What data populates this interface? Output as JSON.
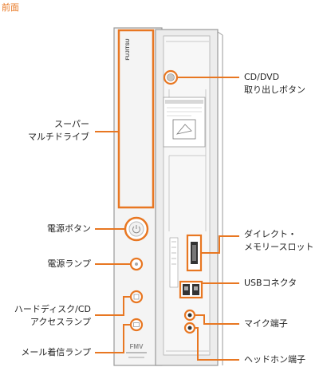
{
  "title": "前面",
  "brand_logo": "FUJITSU",
  "fmv_logo": "FMV",
  "labels": {
    "super_multi_drive": [
      "スーパー",
      "マルチドライブ"
    ],
    "power_button": "電源ボタン",
    "power_lamp": "電源ランプ",
    "hdd_access_lamp": [
      "ハードディスク/CD",
      "アクセスランプ"
    ],
    "mail_lamp": "メール着信ランプ",
    "cd_eject_button": [
      "CD/DVD",
      "取り出しボタン"
    ],
    "memory_slot": [
      "ダイレクト・",
      "メモリースロット"
    ],
    "usb_connector": "USBコネクタ",
    "mic_jack": "マイク端子",
    "headphone_jack": "ヘッドホン端子"
  },
  "colors": {
    "accent": "#e87722",
    "body": "#f2f2f2",
    "outline": "#9a9a9a"
  }
}
